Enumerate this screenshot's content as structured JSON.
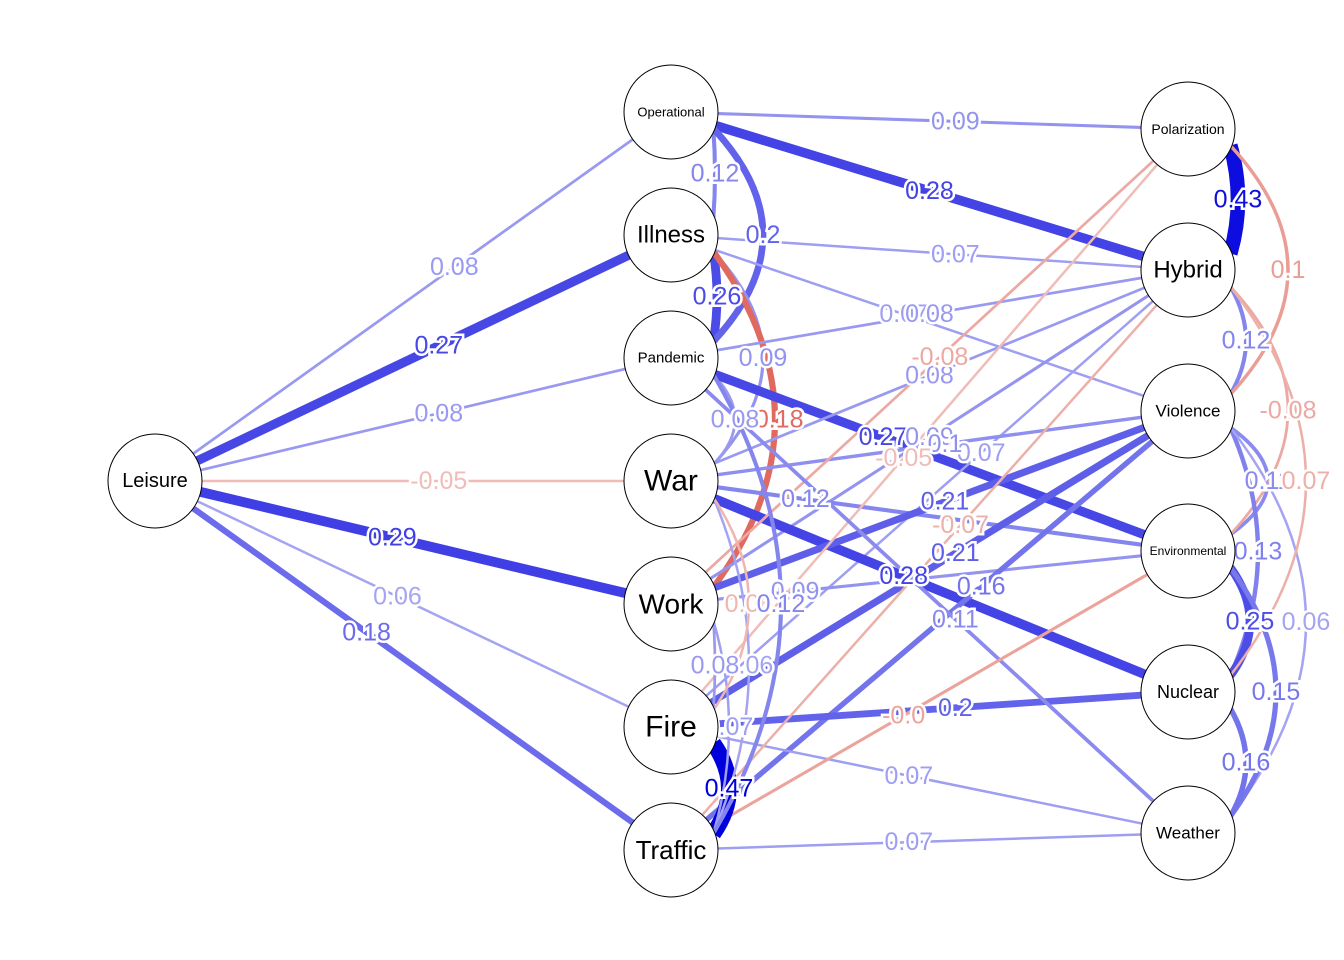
{
  "nodes": [
    {
      "id": "leisure",
      "label": "Leisure"
    },
    {
      "id": "operational",
      "label": "Operational"
    },
    {
      "id": "illness",
      "label": "Illness"
    },
    {
      "id": "pandemic",
      "label": "Pandemic"
    },
    {
      "id": "war",
      "label": "War"
    },
    {
      "id": "work",
      "label": "Work"
    },
    {
      "id": "fire",
      "label": "Fire"
    },
    {
      "id": "traffic",
      "label": "Traffic"
    },
    {
      "id": "polarization",
      "label": "Polarization"
    },
    {
      "id": "hybrid",
      "label": "Hybrid"
    },
    {
      "id": "violence",
      "label": "Violence"
    },
    {
      "id": "environmental",
      "label": "Environmental"
    },
    {
      "id": "nuclear",
      "label": "Nuclear"
    },
    {
      "id": "weather",
      "label": "Weather"
    }
  ],
  "edges": [
    {
      "from": "leisure",
      "to": "operational",
      "weight": 0.08,
      "label": "0.08"
    },
    {
      "from": "leisure",
      "to": "illness",
      "weight": 0.27,
      "label": "0.27"
    },
    {
      "from": "leisure",
      "to": "pandemic",
      "weight": 0.08,
      "label": "0.08"
    },
    {
      "from": "leisure",
      "to": "war",
      "weight": -0.05,
      "label": "-0.05"
    },
    {
      "from": "leisure",
      "to": "work",
      "weight": 0.29,
      "label": "0.29"
    },
    {
      "from": "leisure",
      "to": "fire",
      "weight": 0.06,
      "label": "0.06"
    },
    {
      "from": "leisure",
      "to": "traffic",
      "weight": 0.18,
      "label": "0.18"
    },
    {
      "from": "operational",
      "to": "polarization",
      "weight": 0.09,
      "label": "0.09"
    },
    {
      "from": "operational",
      "to": "hybrid",
      "weight": 0.28,
      "label": "0.28"
    },
    {
      "from": "operational",
      "to": "illness",
      "weight": 0.12,
      "label": "0.12"
    },
    {
      "from": "illness",
      "to": "pandemic",
      "weight": 0.26,
      "label": "0.26"
    },
    {
      "from": "operational",
      "to": "pandemic",
      "weight": 0.2,
      "label": "0.2"
    },
    {
      "from": "illness",
      "to": "violence",
      "weight": 0.07,
      "label": "0.07"
    },
    {
      "from": "illness",
      "to": "hybrid",
      "weight": 0.07,
      "label": "0.07"
    },
    {
      "from": "illness",
      "to": "war",
      "weight": 0.09,
      "label": "0.09"
    },
    {
      "from": "illness",
      "to": "work",
      "weight": -0.18,
      "label": "-0.18"
    },
    {
      "from": "pandemic",
      "to": "war",
      "weight": 0.08,
      "label": "0.08"
    },
    {
      "from": "pandemic",
      "to": "environmental",
      "weight": 0.27,
      "label": "0.27"
    },
    {
      "from": "pandemic",
      "to": "hybrid",
      "weight": 0.08,
      "label": "0.08"
    },
    {
      "from": "war",
      "to": "hybrid",
      "weight": 0.08,
      "label": "0.08"
    },
    {
      "from": "work",
      "to": "hybrid",
      "weight": 0.09,
      "label": "0.09"
    },
    {
      "from": "fire",
      "to": "hybrid",
      "weight": 0.07,
      "label": "0.07"
    },
    {
      "from": "war",
      "to": "nuclear",
      "weight": 0.28,
      "label": "0.28"
    },
    {
      "from": "war",
      "to": "environmental",
      "weight": 0.12,
      "label": "0.12"
    },
    {
      "from": "war",
      "to": "violence",
      "weight": 0.1,
      "label": "0.1"
    },
    {
      "from": "work",
      "to": "violence",
      "weight": 0.21,
      "label": "0.21"
    },
    {
      "from": "fire",
      "to": "violence",
      "weight": 0.21,
      "label": "0.21"
    },
    {
      "from": "work",
      "to": "environmental",
      "weight": 0.09,
      "label": "0.09"
    },
    {
      "from": "traffic",
      "to": "violence",
      "weight": 0.16,
      "label": "0.16"
    },
    {
      "from": "fire",
      "to": "nuclear",
      "weight": 0.2,
      "label": "0.2"
    },
    {
      "from": "traffic",
      "to": "weather",
      "weight": 0.07,
      "label": "0.07"
    },
    {
      "from": "fire",
      "to": "weather",
      "weight": 0.07,
      "label": "0.07"
    },
    {
      "from": "traffic",
      "to": "hybrid",
      "weight": -0.07,
      "label": "-0.07"
    },
    {
      "from": "fire",
      "to": "polarization",
      "weight": -0.05,
      "label": "-0.05"
    },
    {
      "from": "work",
      "to": "polarization",
      "weight": -0.08,
      "label": "-0.08"
    },
    {
      "from": "pandemic",
      "to": "weather",
      "weight": 0.11,
      "label": "0.11"
    },
    {
      "from": "traffic",
      "to": "environmental",
      "weight": -0.09,
      "label": "-0.0"
    },
    {
      "from": "fire",
      "to": "traffic",
      "weight": 0.47,
      "label": "0.47"
    },
    {
      "from": "work",
      "to": "traffic",
      "weight": 0.07,
      "label": "0.07"
    },
    {
      "from": "war",
      "to": "traffic",
      "weight": 0.06,
      "label": "0.06"
    },
    {
      "from": "work",
      "to": "fire",
      "weight": 0.08,
      "label": "0.08"
    },
    {
      "from": "war",
      "to": "fire",
      "weight": -0.06,
      "label": "0.06"
    },
    {
      "from": "pandemic",
      "to": "traffic",
      "weight": 0.12,
      "label": "0.12"
    },
    {
      "from": "polarization",
      "to": "hybrid",
      "weight": 0.43,
      "label": "0.43"
    },
    {
      "from": "hybrid",
      "to": "violence",
      "weight": 0.12,
      "label": "0.12"
    },
    {
      "from": "polarization",
      "to": "violence",
      "weight": -0.1,
      "label": "0.1"
    },
    {
      "from": "violence",
      "to": "environmental",
      "weight": 0.11,
      "label": "0.11"
    },
    {
      "from": "hybrid",
      "to": "environmental",
      "weight": -0.08,
      "label": "-0.08"
    },
    {
      "from": "violence",
      "to": "nuclear",
      "weight": 0.13,
      "label": "0.13"
    },
    {
      "from": "environmental",
      "to": "nuclear",
      "weight": 0.25,
      "label": "0.25"
    },
    {
      "from": "violence",
      "to": "weather",
      "weight": 0.06,
      "label": "0.06"
    },
    {
      "from": "hybrid",
      "to": "nuclear",
      "weight": -0.07,
      "label": "0.07"
    },
    {
      "from": "environmental",
      "to": "weather",
      "weight": 0.15,
      "label": "0.15"
    },
    {
      "from": "nuclear",
      "to": "weather",
      "weight": 0.16,
      "label": "0.16"
    }
  ],
  "colors": {
    "positive_strong": "#0000dd",
    "positive_weak": "#d0d0f8",
    "negative_strong": "#e06a60",
    "negative_weak": "#f6dcd8",
    "node_fill": "#ffffff",
    "node_stroke": "#000000"
  }
}
